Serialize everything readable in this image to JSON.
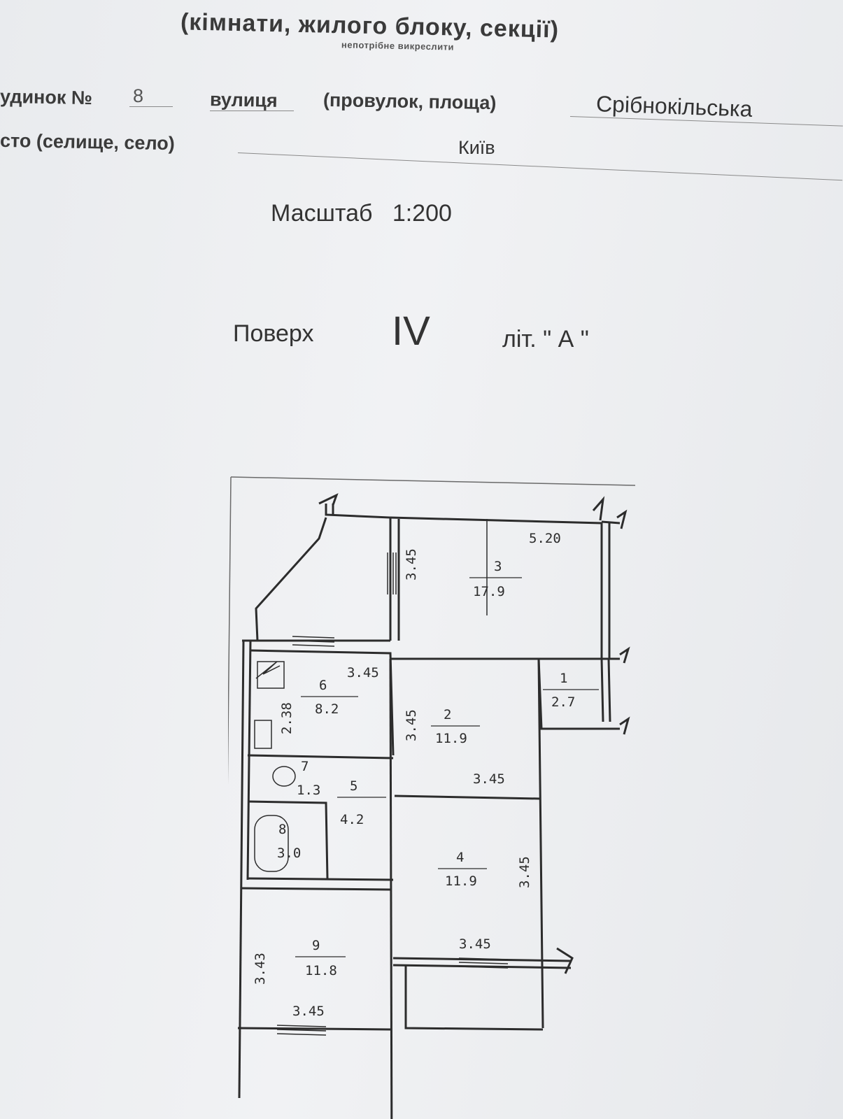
{
  "header": {
    "title": "(кімнати, жилого блоку, секції)",
    "note": "непотрібне викреслити"
  },
  "address": {
    "house_label": "удинок №",
    "house_number": "8",
    "street_label": "вулиця",
    "street_alt_label": "(провулок, площа)",
    "street_value": "Срібнокільська",
    "city_label": "сто (селище, село)",
    "city_value": "Київ"
  },
  "scale": {
    "label": "Масштаб",
    "value": "1:200"
  },
  "floor": {
    "label": "Поверх",
    "number": "IV",
    "letter_label": "літ. \" А \""
  },
  "plan": {
    "rooms": [
      {
        "no": "3",
        "area": "17.9"
      },
      {
        "no": "1",
        "area": "2.7"
      },
      {
        "no": "6",
        "area": "8.2"
      },
      {
        "no": "2",
        "area": "11.9"
      },
      {
        "no": "7",
        "area": "1.3"
      },
      {
        "no": "5",
        "area": "4.2"
      },
      {
        "no": "8",
        "area": "3.0"
      },
      {
        "no": "4",
        "area": "11.9"
      },
      {
        "no": "9",
        "area": "11.8"
      }
    ],
    "dimensions": {
      "room3_width": "5.20",
      "room3_height": "3.45",
      "room6_width": "3.45",
      "room6_height": "2.38",
      "room2_height": "3.45",
      "room2_width": "3.45",
      "room4_height": "3.45",
      "room4_width": "3.45",
      "room9_height": "3.43",
      "room9_width": "3.45"
    }
  },
  "colors": {
    "paper": "#eceef0",
    "ink": "#2b2b2b"
  }
}
